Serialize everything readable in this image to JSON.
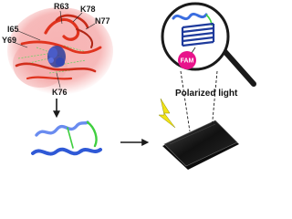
{
  "residue_labels": {
    "r63": "R63",
    "k78": "K78",
    "n77": "N77",
    "i65": "I65",
    "y69": "Y69",
    "k76": "K76"
  },
  "fam_label": "FAM",
  "polarized_light_label": "Polarized light",
  "colors": {
    "protein_surface": "#f29a9a",
    "ribbon_red": "#e0331e",
    "ligand_blue": "#2d3e9c",
    "hairpin_blue": "#3a6de0",
    "linker_green": "#3fcf3f",
    "fam_magenta": "#e8138b",
    "bolt_yellow": "#f2e316",
    "plate": "#1a1a1a"
  }
}
